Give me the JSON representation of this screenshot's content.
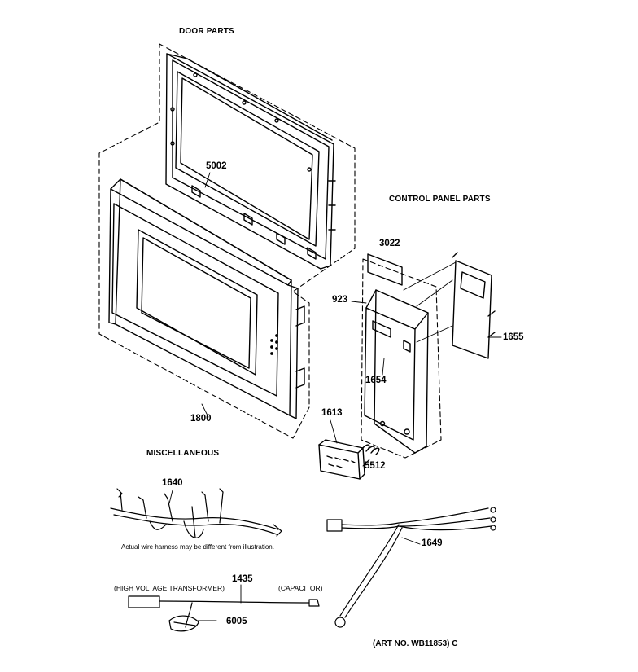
{
  "headers": {
    "door_parts": "DOOR PARTS",
    "control_panel_parts": "CONTROL PANEL PARTS",
    "miscellaneous": "MISCELLANEOUS"
  },
  "part_numbers": {
    "p5002": "5002",
    "p1800": "1800",
    "p3022": "3022",
    "p923": "923",
    "p1655": "1655",
    "p1654": "1654",
    "p1613": "1613",
    "p5512": "5512",
    "p1640": "1640",
    "p1649": "1649",
    "p1435": "1435",
    "p6005": "6005"
  },
  "notes": {
    "harness_note": "Actual wire harness may be different from illustration.",
    "hv_transformer": "(HIGH VOLTAGE TRANSFORMER)",
    "capacitor": "(CAPACITOR)",
    "art_no": "(ART NO. WB11853) C"
  }
}
